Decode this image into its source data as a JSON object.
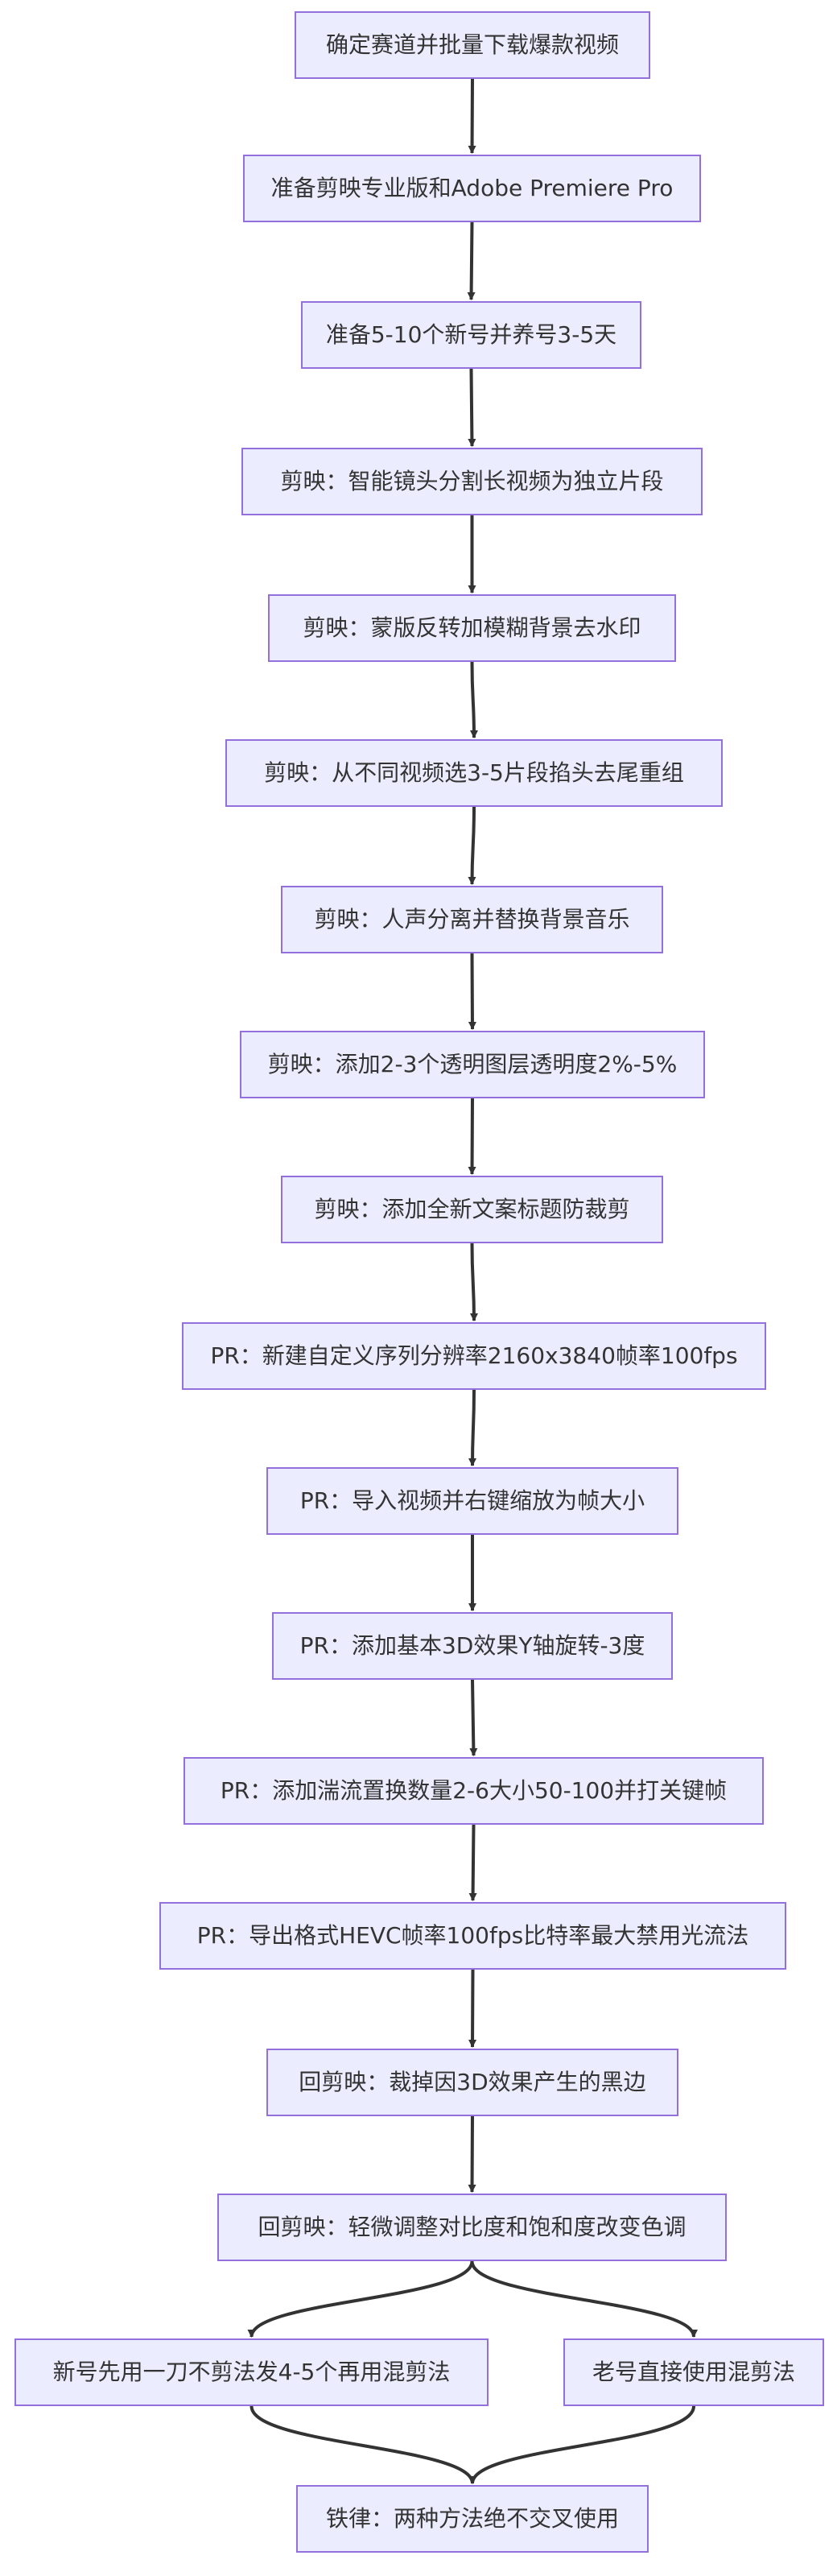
{
  "flowchart": {
    "nodes": [
      {
        "id": "n1",
        "label": "确定赛道并批量下载爆款视频"
      },
      {
        "id": "n2",
        "label": "准备剪映专业版和Adobe Premiere Pro"
      },
      {
        "id": "n3",
        "label": "准备5-10个新号并养号3-5天"
      },
      {
        "id": "n4",
        "label": "剪映：智能镜头分割长视频为独立片段"
      },
      {
        "id": "n5",
        "label": "剪映：蒙版反转加模糊背景去水印"
      },
      {
        "id": "n6",
        "label": "剪映：从不同视频选3-5片段掐头去尾重组"
      },
      {
        "id": "n7",
        "label": "剪映：人声分离并替换背景音乐"
      },
      {
        "id": "n8",
        "label": "剪映：添加2-3个透明图层透明度2%-5%"
      },
      {
        "id": "n9",
        "label": "剪映：添加全新文案标题防裁剪"
      },
      {
        "id": "n10",
        "label": "PR：新建自定义序列分辨率2160x3840帧率100fps"
      },
      {
        "id": "n11",
        "label": "PR：导入视频并右键缩放为帧大小"
      },
      {
        "id": "n12",
        "label": "PR：添加基本3D效果Y轴旋转-3度"
      },
      {
        "id": "n13",
        "label": "PR：添加湍流置换数量2-6大小50-100并打关键帧"
      },
      {
        "id": "n14",
        "label": "PR：导出格式HEVC帧率100fps比特率最大禁用光流法"
      },
      {
        "id": "n15",
        "label": "回剪映：裁掉因3D效果产生的黑边"
      },
      {
        "id": "n16",
        "label": "回剪映：轻微调整对比度和饱和度改变色调"
      },
      {
        "id": "n17",
        "label": "新号先用一刀不剪法发4-5个再用混剪法"
      },
      {
        "id": "n18",
        "label": "老号直接使用混剪法"
      },
      {
        "id": "n19",
        "label": "铁律：两种方法绝不交叉使用"
      }
    ],
    "edges": [
      [
        "n1",
        "n2"
      ],
      [
        "n2",
        "n3"
      ],
      [
        "n3",
        "n4"
      ],
      [
        "n4",
        "n5"
      ],
      [
        "n5",
        "n6"
      ],
      [
        "n6",
        "n7"
      ],
      [
        "n7",
        "n8"
      ],
      [
        "n8",
        "n9"
      ],
      [
        "n9",
        "n10"
      ],
      [
        "n10",
        "n11"
      ],
      [
        "n11",
        "n12"
      ],
      [
        "n12",
        "n13"
      ],
      [
        "n13",
        "n14"
      ],
      [
        "n14",
        "n15"
      ],
      [
        "n15",
        "n16"
      ],
      [
        "n16",
        "n17"
      ],
      [
        "n16",
        "n18"
      ],
      [
        "n17",
        "n19"
      ],
      [
        "n18",
        "n19"
      ]
    ],
    "colors": {
      "node_fill": "#ececff",
      "node_border": "#9370db",
      "text": "#333333",
      "edge": "#333333"
    }
  }
}
